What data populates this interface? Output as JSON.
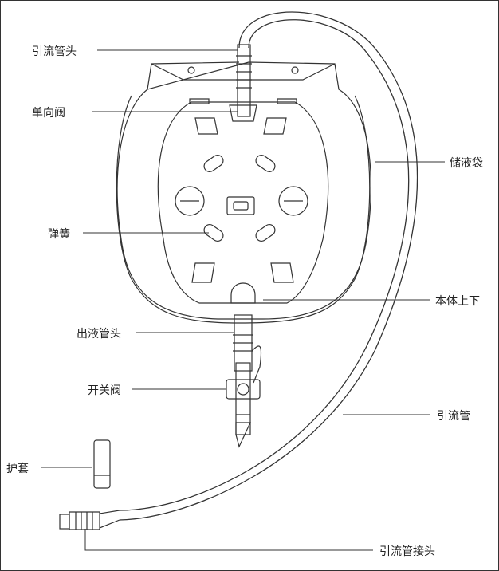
{
  "labels": {
    "drain_tube_head": "引流管头",
    "check_valve": "单向阀",
    "storage_bag": "储液袋",
    "spring": "弹簧",
    "body_up_down": "本体上下",
    "outlet_tube_head": "出液管头",
    "switch_valve": "开关阀",
    "drain_tube": "引流管",
    "protective_cap": "护套",
    "drain_tube_connector": "引流管接头"
  }
}
